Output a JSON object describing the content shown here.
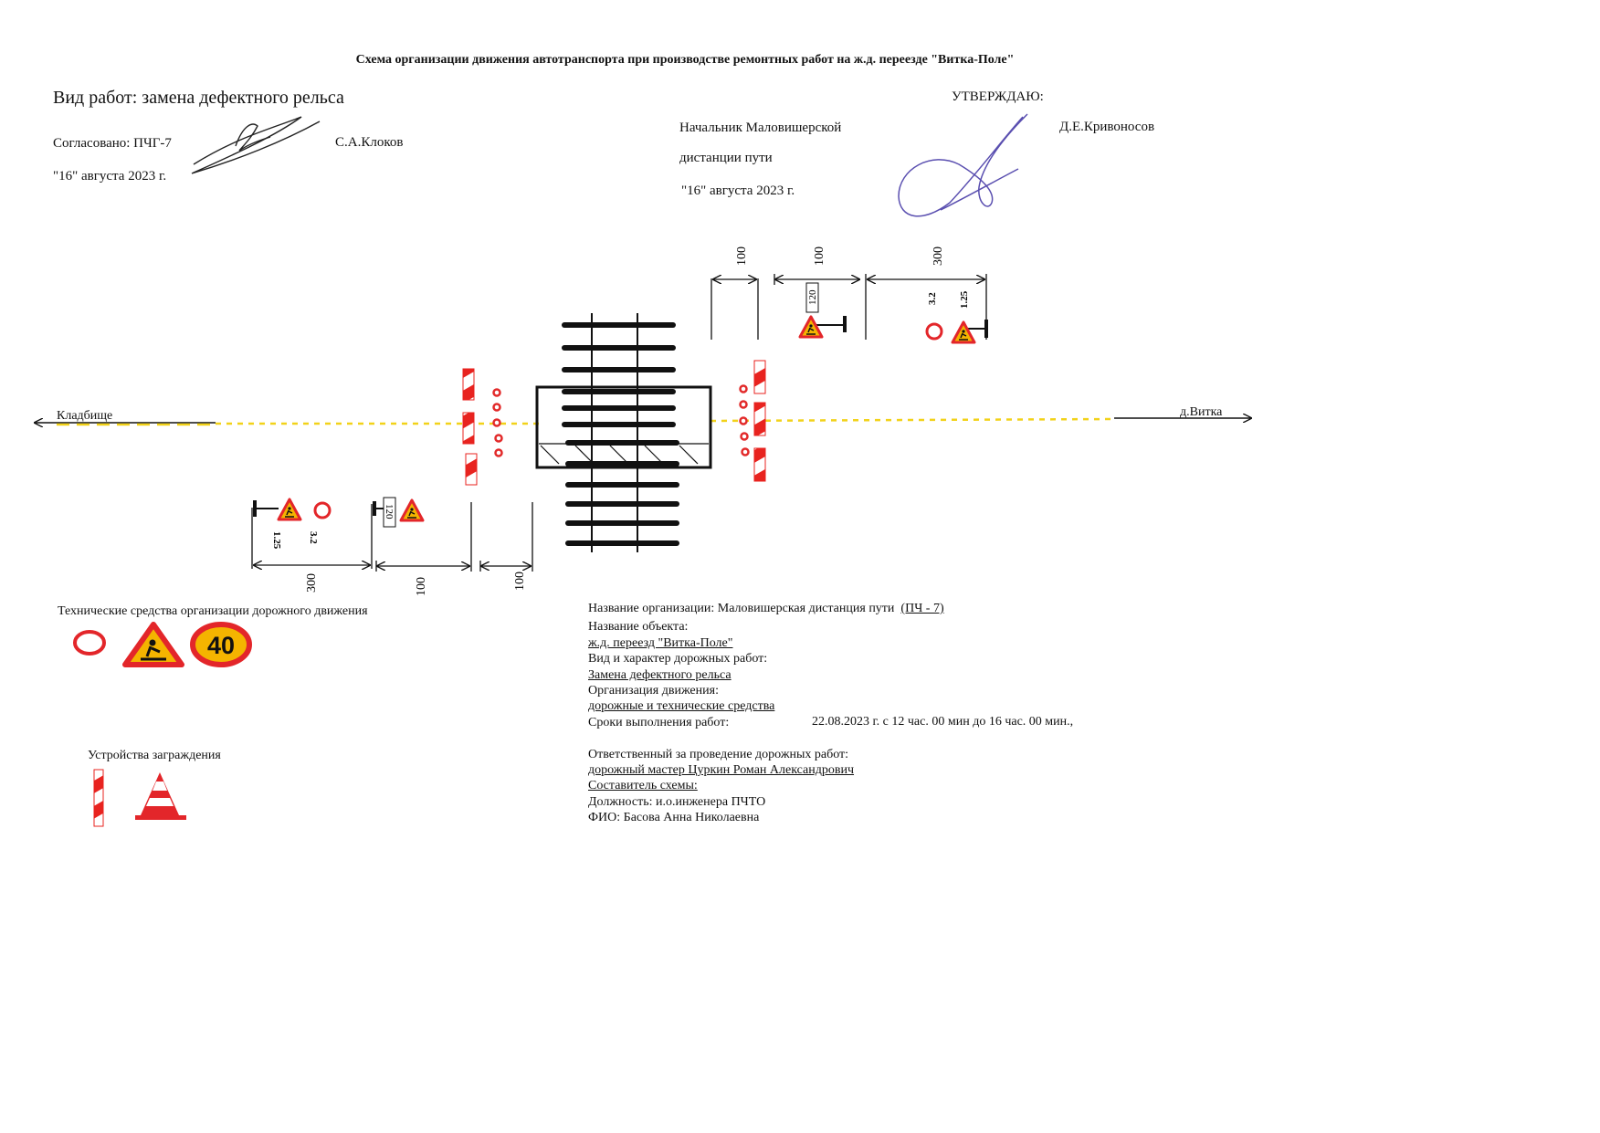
{
  "header": {
    "title": "Схема организации движения автотранспорта при производстве ремонтных работ на ж.д. переезде \"Витка-Поле\"",
    "work_type": "Вид работ: замена дефектного рельса",
    "agreed_label": "Согласовано: ПЧГ-7",
    "agreed_name": "С.А.Клоков",
    "agreed_date": "\"16\" августа 2023 г.",
    "approve_label": "УТВЕРЖДАЮ:",
    "approver_position_1": "Начальник Маловишерской",
    "approver_position_2": "дистанции пути",
    "approver_name": "Д.Е.Кривоносов",
    "approver_date": "\"16\" августа 2023 г."
  },
  "scheme": {
    "road_left_label": "Кладбище",
    "road_right_label": "д.Витка",
    "dim_top_1": "100",
    "dim_top_2": "100",
    "dim_top_3": "300",
    "dim_bottom_1": "300",
    "dim_bottom_2": "100",
    "dim_bottom_3": "100",
    "sign_top_120": "120",
    "sign_top_32": "3.2",
    "sign_top_125": "1.25",
    "sign_bottom_125": "1.25",
    "sign_bottom_32": "3.2",
    "sign_bottom_120": "120",
    "colors": {
      "sign_red": "#e3262a",
      "sign_yellow": "#f4b400",
      "barrier_red": "#e8231f",
      "center_line": "#f2d21a",
      "dots_red": "#e22a2a"
    }
  },
  "legend": {
    "tech_means_title": "Технические средства организации дорожного движения",
    "speed_sign_value": "40",
    "barriers_title": "Устройства заграждения"
  },
  "info": {
    "org_label": "Название организации:  Маловишерская дистанция пути",
    "org_code": "(ПЧ - 7)",
    "object_label": "Название объекта:",
    "object_value": "ж.д. переезд \"Витка-Поле\"",
    "work_kind_label": "Вид и характер дорожных работ:",
    "work_kind_value": "Замена дефектного рельса",
    "traffic_org_label": "Организация движения:",
    "traffic_org_value": "дорожные и технические средства",
    "deadline_label": "Сроки выполнения работ:",
    "deadline_value": "22.08.2023 г. с 12 час. 00 мин до 16 час. 00 мин.,",
    "responsible_label": "Ответственный за проведение дорожных работ:",
    "responsible_value": "дорожный мастер Цуркин Роман Александрович",
    "author_label": "Составитель схемы:",
    "position_line": "Должность: и.о.инженера ПЧТО",
    "fio_line": "ФИО: Басова Анна Николаевна"
  }
}
